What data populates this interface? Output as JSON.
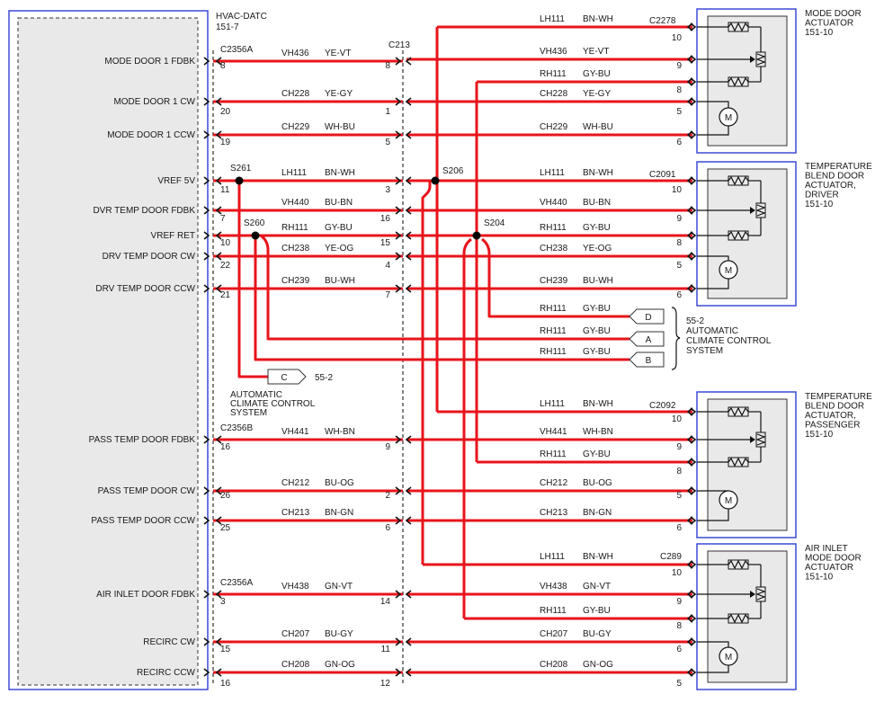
{
  "colors": {
    "wire": "#e8141b",
    "border": "#3b4bd6",
    "dash": "#333333",
    "panel": "#e9e9e9",
    "text": "#1a1a1a"
  },
  "module": {
    "name": "HVAC-DATC",
    "ref": "151-7",
    "pins": [
      "MODE DOOR 1 FDBK",
      "MODE DOOR 1 CW",
      "MODE DOOR 1 CCW",
      "VREF 5V",
      "DVR TEMP DOOR FDBK",
      "VREF RET",
      "DRV TEMP DOOR CW",
      "DRV TEMP DOOR CCW",
      "PASS TEMP DOOR FDBK",
      "PASS TEMP DOOR CW",
      "PASS TEMP DOOR CCW",
      "AIR INLET DOOR FDBK",
      "RECIRC CW",
      "RECIRC CCW"
    ]
  },
  "connectors": {
    "left": [
      "C2356A",
      "C2356B",
      "C2356A"
    ],
    "mid": "C213",
    "right": [
      "C2278",
      "C2091",
      "C2092",
      "C289"
    ]
  },
  "splices": [
    "S261",
    "S260",
    "S206",
    "S204"
  ],
  "left_circuits": [
    {
      "circuit": "VH436",
      "color": "YE-VT",
      "pin_a": "8",
      "pin_b": "8"
    },
    {
      "circuit": "CH228",
      "color": "YE-GY",
      "pin_a": "20",
      "pin_b": "1"
    },
    {
      "circuit": "CH229",
      "color": "WH-BU",
      "pin_a": "19",
      "pin_b": "5"
    },
    {
      "circuit": "LH111",
      "color": "BN-WH",
      "pin_a": "11",
      "pin_b": "3"
    },
    {
      "circuit": "VH440",
      "color": "BU-BN",
      "pin_a": "7",
      "pin_b": "16"
    },
    {
      "circuit": "RH111",
      "color": "GY-BU",
      "pin_a": "10",
      "pin_b": "15"
    },
    {
      "circuit": "CH238",
      "color": "YE-OG",
      "pin_a": "22",
      "pin_b": "4"
    },
    {
      "circuit": "CH239",
      "color": "BU-WH",
      "pin_a": "21",
      "pin_b": "7"
    },
    {
      "circuit": "VH441",
      "color": "WH-BN",
      "pin_a": "16",
      "pin_b": "9"
    },
    {
      "circuit": "CH212",
      "color": "BU-OG",
      "pin_a": "26",
      "pin_b": "2"
    },
    {
      "circuit": "CH213",
      "color": "BN-GN",
      "pin_a": "25",
      "pin_b": "6"
    },
    {
      "circuit": "VH438",
      "color": "GN-VT",
      "pin_a": "3",
      "pin_b": "14"
    },
    {
      "circuit": "CH207",
      "color": "BU-GY",
      "pin_a": "15",
      "pin_b": "11"
    },
    {
      "circuit": "CH208",
      "color": "GN-OG",
      "pin_a": "16",
      "pin_b": "12"
    }
  ],
  "right_circuits": [
    {
      "circuit": "LH111",
      "color": "BN-WH",
      "pin": "10"
    },
    {
      "circuit": "VH436",
      "color": "YE-VT",
      "pin": "9"
    },
    {
      "circuit": "RH111",
      "color": "GY-BU",
      "pin": "8"
    },
    {
      "circuit": "CH228",
      "color": "YE-GY",
      "pin": "5"
    },
    {
      "circuit": "CH229",
      "color": "WH-BU",
      "pin": "6"
    },
    {
      "circuit": "LH111",
      "color": "BN-WH",
      "pin": "10"
    },
    {
      "circuit": "VH440",
      "color": "BU-BN",
      "pin": "9"
    },
    {
      "circuit": "RH111",
      "color": "GY-BU",
      "pin": "8"
    },
    {
      "circuit": "CH238",
      "color": "YE-OG",
      "pin": "5"
    },
    {
      "circuit": "CH239",
      "color": "BU-WH",
      "pin": "6"
    },
    {
      "circuit": "LH111",
      "color": "BN-WH",
      "pin": "10"
    },
    {
      "circuit": "VH441",
      "color": "WH-BN",
      "pin": "9"
    },
    {
      "circuit": "RH111",
      "color": "GY-BU",
      "pin": "8"
    },
    {
      "circuit": "CH212",
      "color": "BU-OG",
      "pin": "5"
    },
    {
      "circuit": "CH213",
      "color": "BN-GN",
      "pin": "6"
    },
    {
      "circuit": "LH111",
      "color": "BN-WH",
      "pin": "10"
    },
    {
      "circuit": "VH438",
      "color": "GN-VT",
      "pin": "9"
    },
    {
      "circuit": "RH111",
      "color": "GY-BU",
      "pin": "8"
    },
    {
      "circuit": "CH207",
      "color": "BU-GY",
      "pin": "6"
    },
    {
      "circuit": "CH208",
      "color": "GN-OG",
      "pin": "5"
    }
  ],
  "branch_circuits": [
    {
      "circuit": "RH111",
      "color": "GY-BU",
      "tag": "D"
    },
    {
      "circuit": "RH111",
      "color": "GY-BU",
      "tag": "A"
    },
    {
      "circuit": "RH111",
      "color": "GY-BU",
      "tag": "B"
    }
  ],
  "acc_ref": {
    "number": "55-2",
    "lines": [
      "AUTOMATIC",
      "CLIMATE CONTROL",
      "SYSTEM"
    ]
  },
  "c_ref": {
    "tag": "C",
    "number": "55-2",
    "lines": [
      "AUTOMATIC",
      "CLIMATE CONTROL",
      "SYSTEM"
    ]
  },
  "actuators": [
    {
      "lines": [
        "MODE DOOR",
        "ACTUATOR",
        "151-10"
      ]
    },
    {
      "lines": [
        "TEMPERATURE",
        "BLEND DOOR",
        "ACTUATOR,",
        "DRIVER",
        "151-10"
      ]
    },
    {
      "lines": [
        "TEMPERATURE",
        "BLEND DOOR",
        "ACTUATOR,",
        "PASSENGER",
        "151-10"
      ]
    },
    {
      "lines": [
        "AIR INLET",
        "MODE DOOR",
        "ACTUATOR",
        "151-10"
      ]
    }
  ],
  "motor_symbol": "M"
}
